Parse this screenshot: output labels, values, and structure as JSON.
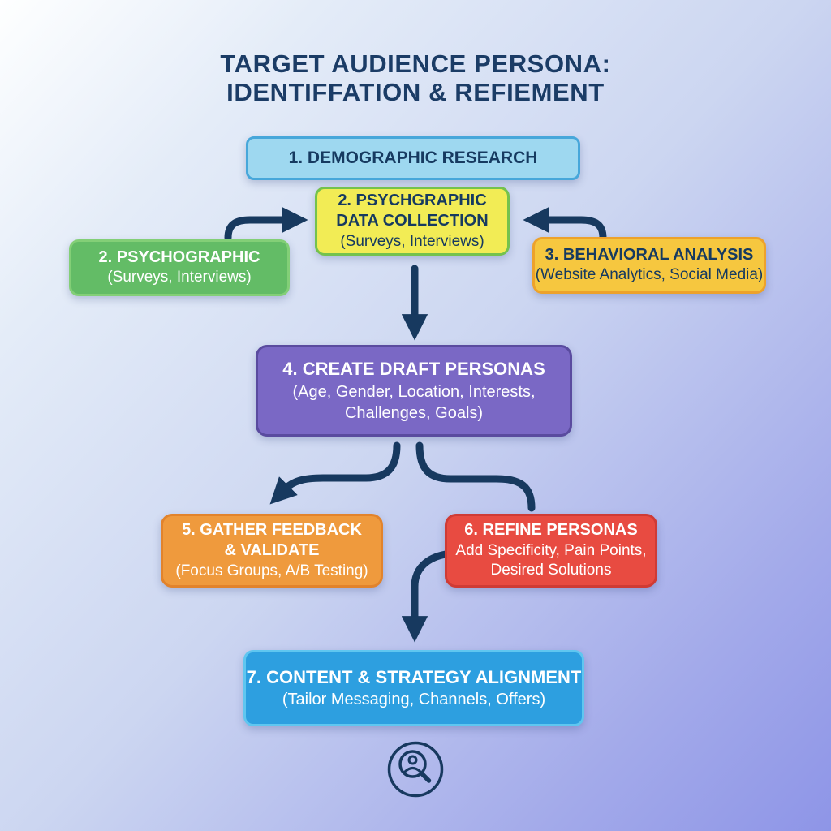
{
  "title": {
    "line1": "TARGET AUDIENCE PERSONA:",
    "line2": "IDENTIFFATION & REFIEMENT",
    "color": "#1b3c66"
  },
  "colors": {
    "background_top_left": "#feffff",
    "background_bottom_right": "#8e95e7",
    "arrow": "#17395f",
    "navy_text": "#163a60",
    "white_text": "#ffffff"
  },
  "boxes": {
    "demographic": {
      "title": "1. DEMOGRAPHIC RESEARCH",
      "bg": "#9ed8f0",
      "border": "#47a7da",
      "text_color": "#163a60"
    },
    "psychographic_data": {
      "title": "2. PSYCHGRAPHIC",
      "title2": "DATA COLLECTION",
      "subtitle": "(Surveys, Interviews)",
      "bg": "#f2ec55",
      "border": "#74c24d",
      "text_color": "#163a60"
    },
    "psychographic": {
      "title": "2. PSYCHOGRAPHIC",
      "subtitle": "(Surveys, Interviews)",
      "bg": "#63bc66",
      "border": "#83cf77",
      "text_color": "#ffffff"
    },
    "behavioral": {
      "title": "3. BEHAVIORAL ANALYSIS",
      "subtitle": "(Website Analytics, Social Media)",
      "bg": "#f6c73f",
      "border": "#eda22b",
      "text_color": "#163a60"
    },
    "personas": {
      "title": "4. CREATE DRAFT PERSONAS",
      "subtitle1": "(Age, Gender, Location, Interests,",
      "subtitle2": "Challenges, Goals)",
      "bg": "#7a68c5",
      "border": "#5a4b9f",
      "text_color": "#ffffff"
    },
    "feedback": {
      "title": "5. GATHER FEEDBACK",
      "title2": "& VALIDATE",
      "subtitle": "(Focus Groups, A/B Testing)",
      "bg": "#ef9a3d",
      "border": "#e2832b",
      "text_color": "#ffffff"
    },
    "refine": {
      "title": "6. REFINE PERSONAS",
      "subtitle1": "Add Specificity, Pain Points,",
      "subtitle2": "Desired Solutions",
      "bg": "#e84b41",
      "border": "#cf3b35",
      "text_color": "#ffffff"
    },
    "content": {
      "title": "7. CONTENT & STRATEGY ALIGNMENT",
      "subtitle": "(Tailor Messaging, Channels, Offers)",
      "bg": "#2d9fe0",
      "border": "#5fc6f0",
      "text_color": "#ffffff"
    }
  },
  "icons": {
    "footer": "person-search-icon"
  }
}
